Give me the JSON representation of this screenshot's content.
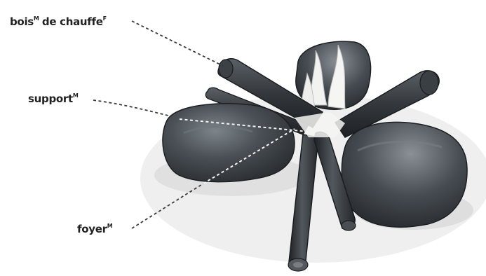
{
  "labels": {
    "firewood": {
      "text": "bois",
      "gender": "M",
      "text2": "de chauffe",
      "gender2": "F"
    },
    "support": {
      "text": "support",
      "gender": "M"
    },
    "hearth": {
      "text": "foyer",
      "gender": "M"
    }
  },
  "colors": {
    "stone_dark": "#2e3236",
    "stone_mid": "#4a5056",
    "stone_light": "#8a9096",
    "wood_dark": "#26292c",
    "wood_mid": "#43484c",
    "flame": "#f2f2f0",
    "ground_shadow": "#e4e4e4"
  }
}
